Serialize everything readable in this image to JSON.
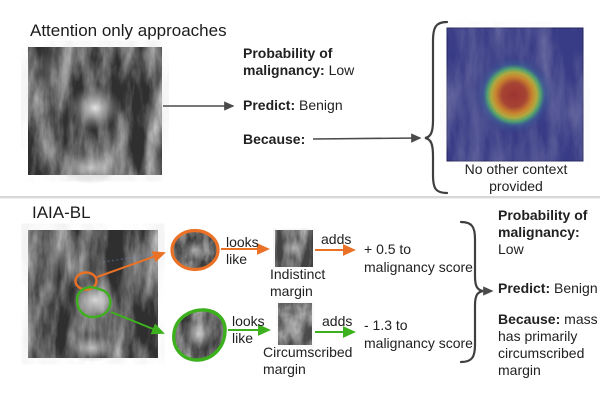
{
  "colors": {
    "orange": "#ea7125",
    "green": "#3db01e",
    "arrow": "#4a4a4a",
    "text": "#212121",
    "divider": "#d8d8d8"
  },
  "top_panel": {
    "title": "Attention only approaches",
    "probability_label_line1": "Probability of",
    "probability_label_line2": "malignancy:",
    "probability_value": "Low",
    "predict_label": "Predict:",
    "predict_value": "Benign",
    "because_label": "Because:",
    "heatmap_caption": "No other context provided"
  },
  "bottom_panel": {
    "title": "IAIA-BL",
    "orange_branch": {
      "looks_like_label": "looks like",
      "adds_label": "adds",
      "score_change": "+ 0.5 to",
      "score_target": "malignancy score",
      "prototype_caption": "Indistinct margin"
    },
    "green_branch": {
      "looks_like_label": "looks like",
      "adds_label": "adds",
      "score_change": "- 1.3 to",
      "score_target": "malignancy score",
      "prototype_caption": "Circumscribed margin"
    },
    "result": {
      "probability_label_line1": "Probability of",
      "probability_label_line2": "malignancy:",
      "probability_value": "Low",
      "predict_label": "Predict:",
      "predict_value": "Benign",
      "because_label": "Because:",
      "because_text": "mass has primarily circumscribed margin"
    }
  }
}
